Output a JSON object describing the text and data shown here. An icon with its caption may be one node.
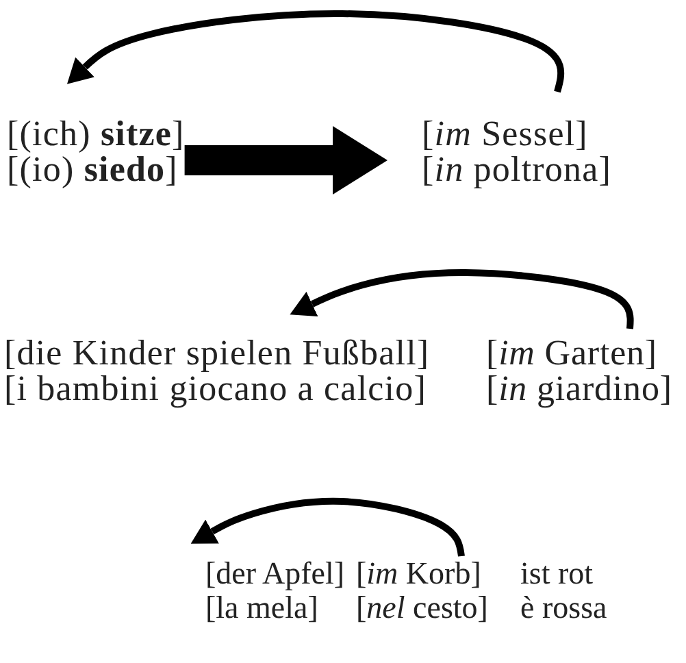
{
  "diagram": {
    "nodes": [
      {
        "text": [
          "[(ich) **sitze**]",
          "[(io) **siedo**]"
        ]
      },
      {
        "text": [
          "[*im* Sessel]",
          "[*in* poltrona]"
        ]
      },
      {
        "text": [
          "[die Kinder spielen Fußball]",
          "[i bambini giocano a calcio]"
        ]
      },
      {
        "text": [
          "[*im* Garten]",
          "[*in* giardino]"
        ]
      },
      {
        "text": [
          "[der Apfel]",
          "[la mela]"
        ]
      },
      {
        "text": [
          "[*im* Korb]",
          "[*nel* cesto]"
        ]
      }
    ],
    "edges": [
      {
        "from": 1,
        "to": 0,
        "arrow": "to"
      },
      {
        "from": 0,
        "to": 1,
        "arrow": "to",
        "style": "thick"
      },
      {
        "from": 3,
        "to": 2,
        "arrow": "to"
      },
      {
        "from": 5,
        "to": 4,
        "arrow": "to"
      }
    ],
    "labels": [
      "ist rot",
      "è rossa"
    ]
  }
}
